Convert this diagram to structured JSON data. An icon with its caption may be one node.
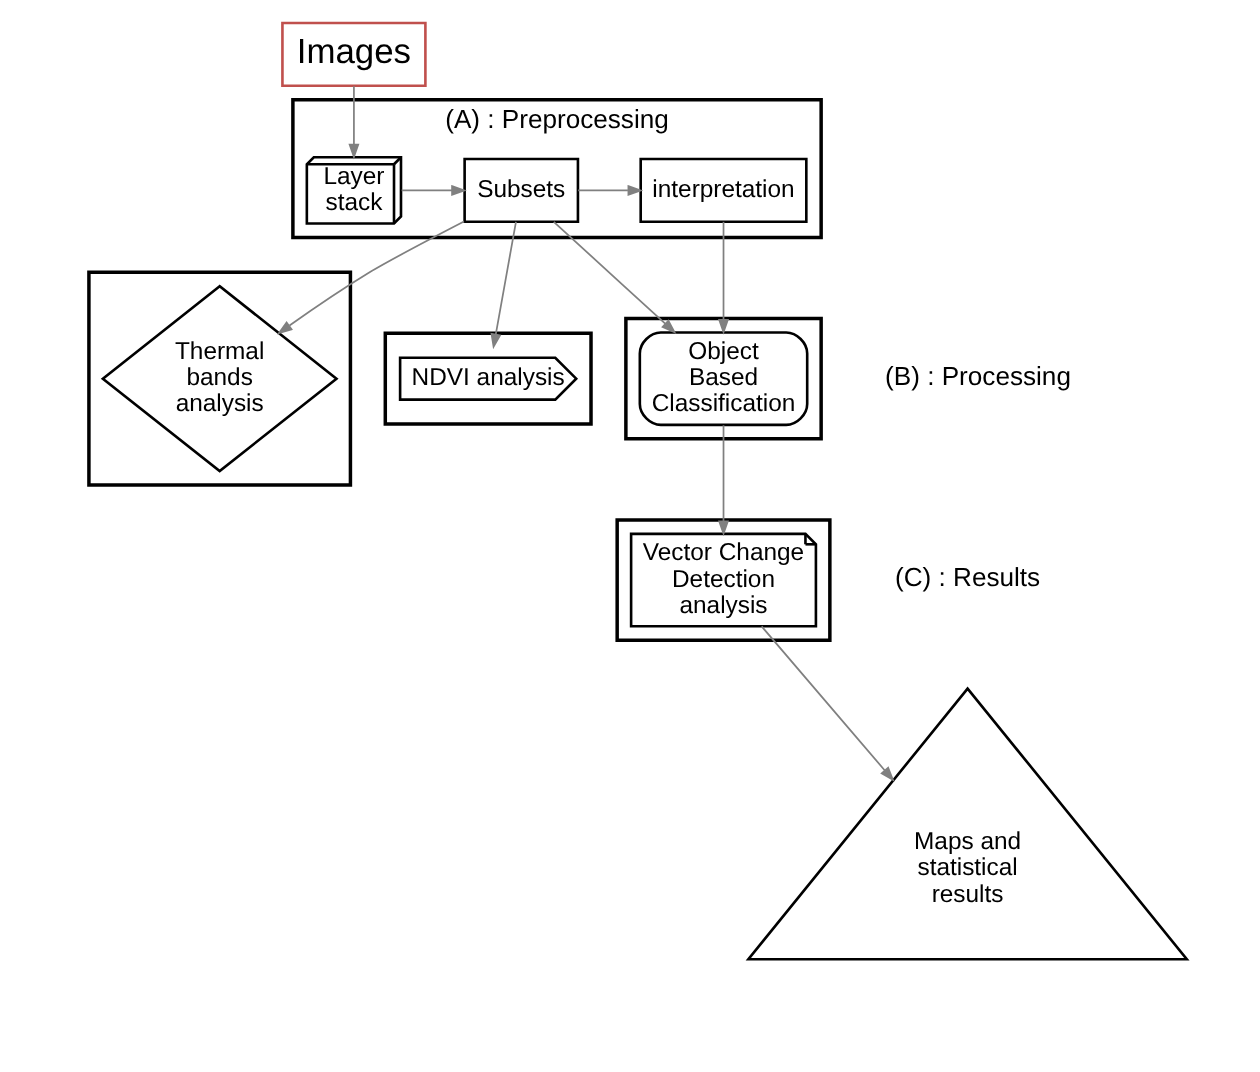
{
  "diagram": {
    "nodes": [
      {
        "text": [
          "Images"
        ]
      },
      {
        "text": [
          "(A) : Preprocessing"
        ]
      },
      {
        "text": [
          "Layer stack"
        ],
        "in": 1
      },
      {
        "text": [
          "Subsets"
        ],
        "in": 1
      },
      {
        "text": [
          "interpretation"
        ],
        "in": 1
      },
      {
        "text": [],
        "shape": "box"
      },
      {
        "text": [
          "Thermal bands analysis"
        ],
        "in": 5
      },
      {
        "text": [],
        "shape": "box"
      },
      {
        "text": [
          "NDVI analysis"
        ],
        "in": 7
      },
      {
        "text": [],
        "shape": "box"
      },
      {
        "text": [
          "Object Based Classification"
        ],
        "in": 9
      },
      {
        "text": [],
        "shape": "box"
      },
      {
        "text": [
          "Vector Change Detection analysis"
        ],
        "in": 11
      },
      {
        "text": [
          "Maps and statistical results"
        ]
      }
    ],
    "edges": [
      {
        "from": 0,
        "to": 2,
        "arrow": "to"
      },
      {
        "from": 2,
        "to": 3,
        "arrow": "to"
      },
      {
        "from": 3,
        "to": 4,
        "arrow": "to"
      },
      {
        "from": 4,
        "to": 10,
        "arrow": "to"
      },
      {
        "from": 3,
        "to": 6,
        "arrow": "to"
      },
      {
        "from": 3,
        "to": 10,
        "arrow": "to"
      },
      {
        "from": 3,
        "to": 8,
        "arrow": "to"
      },
      {
        "from": 10,
        "to": 12,
        "arrow": "to"
      },
      {
        "from": 12,
        "to": 13,
        "arrow": "to"
      }
    ],
    "labels": [
      "(B) : Processing",
      "(C) : Results"
    ]
  }
}
